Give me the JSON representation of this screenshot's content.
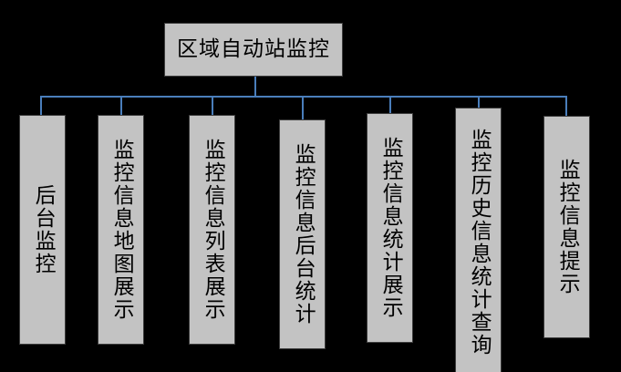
{
  "diagram": {
    "type": "organization-tree",
    "title": "区域自动站监控",
    "background_color": "#000000",
    "node_fill_color": "#c3c3c3",
    "node_border_color": "#3d3d3d",
    "connector_color": "#4a7ebb",
    "root": {
      "label": "区域自动站监控",
      "orientation": "horizontal"
    },
    "children": [
      {
        "label": "后台监控",
        "orientation": "vertical",
        "char_count": 4
      },
      {
        "label": "监控信息地图展示",
        "orientation": "vertical",
        "char_count": 8
      },
      {
        "label": "监控信息列表展示",
        "orientation": "vertical",
        "char_count": 8
      },
      {
        "label": "监控信息后台统计",
        "orientation": "vertical",
        "char_count": 8
      },
      {
        "label": "监控信息统计展示",
        "orientation": "vertical",
        "char_count": 8
      },
      {
        "label": "监控历史信息统计查询",
        "orientation": "vertical",
        "char_count": 10
      },
      {
        "label": "监控信息提示",
        "orientation": "vertical",
        "char_count": 6
      }
    ]
  }
}
